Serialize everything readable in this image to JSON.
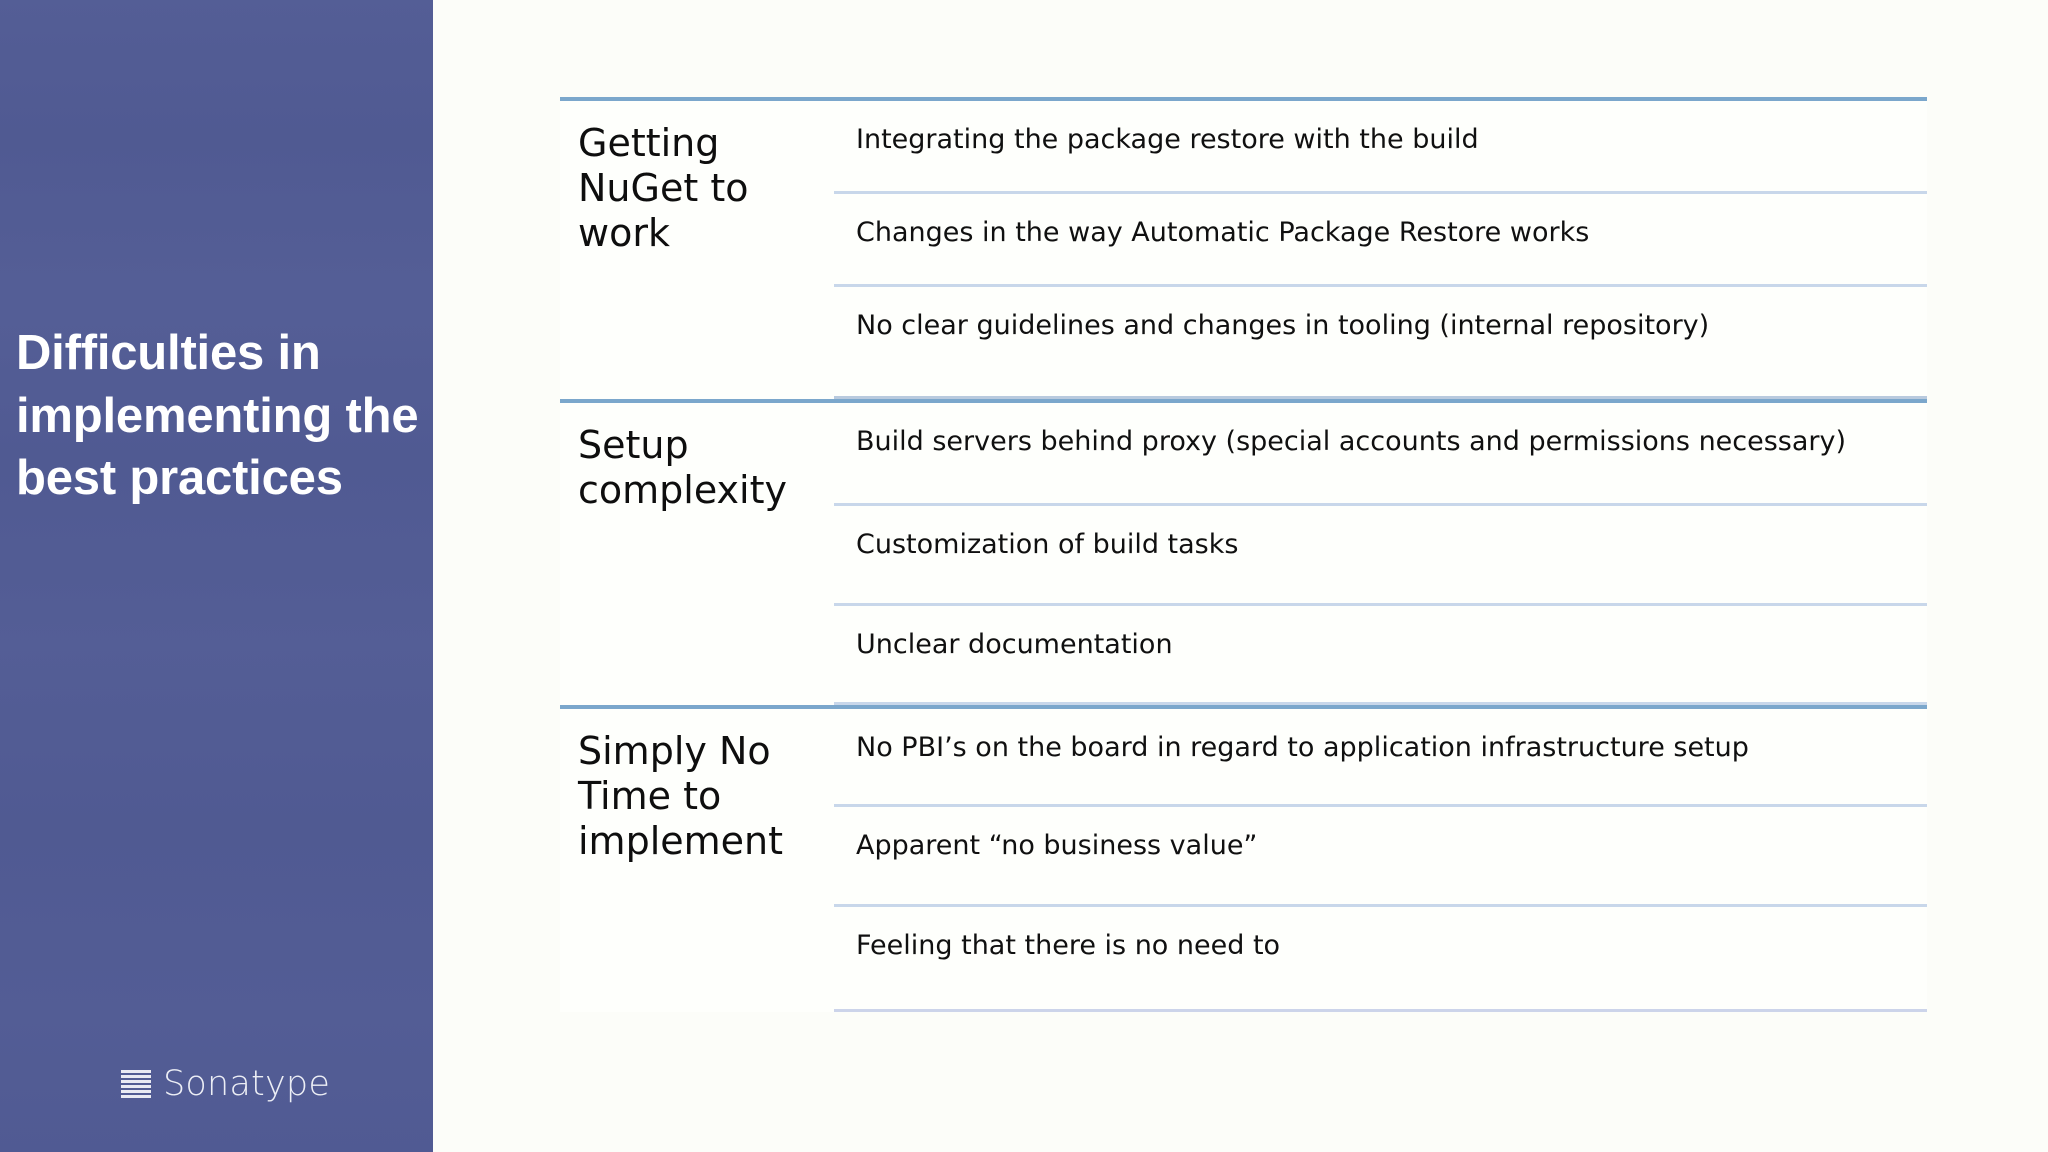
{
  "slide": {
    "title": "Difficulties in implementing the best practices",
    "background_color": "#fcfdf9",
    "panel_color": "#515b94",
    "accent_rule_color": "#7ba7cc",
    "row_rule_color": "#c8d7ea"
  },
  "logo": {
    "name": "Sonatype",
    "mark": "stacked-bars-icon"
  },
  "table": {
    "sections": [
      {
        "category": "Getting NuGet to work",
        "items": [
          "Integrating the package restore with the build",
          "Changes in the way Automatic Package Restore works",
          "No clear guidelines and changes in tooling (internal repository)"
        ]
      },
      {
        "category": "Setup complexity",
        "items": [
          "Build servers behind proxy (special accounts and permissions necessary)",
          "Customization of build tasks",
          "Unclear documentation"
        ]
      },
      {
        "category": "Simply No Time to implement",
        "items": [
          "No PBI’s on the board in regard to application infrastructure setup",
          "Apparent “no business value”",
          "Feeling that there is no need to"
        ]
      }
    ]
  }
}
